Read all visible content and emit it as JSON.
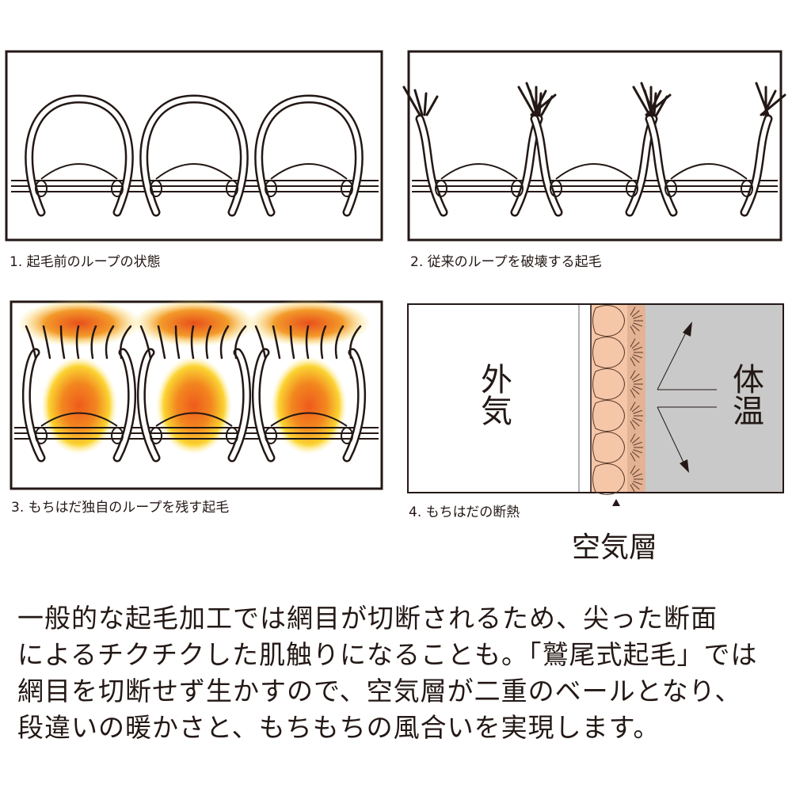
{
  "panels": [
    {
      "caption": "1. 起毛前のループの状態"
    },
    {
      "caption": "2. 従来のループを破壊する起毛"
    },
    {
      "caption": "3. もちはだ独自のループを残す起毛"
    },
    {
      "caption": "4. もちはだの断熱",
      "outside_label": "外気",
      "body_label": "体温",
      "air_layer_label": "空気層"
    }
  ],
  "colors": {
    "line": "#231815",
    "fabric": "#f5c6a8",
    "fuzz": "#d9a587",
    "body": "#c9c9c9",
    "glow_outer": "#fbd432",
    "glow_inner": "#f06a1e"
  },
  "description": [
    "一般的な起毛加工では網目が切断されるため、尖った断面",
    "によるチクチクした肌触りになることも。「鷲尾式起毛」では",
    "網目を切断せず生かすので、空気層が二重のベールとなり、",
    "段違いの暖かさと、もちもちの風合いを実現します。"
  ]
}
